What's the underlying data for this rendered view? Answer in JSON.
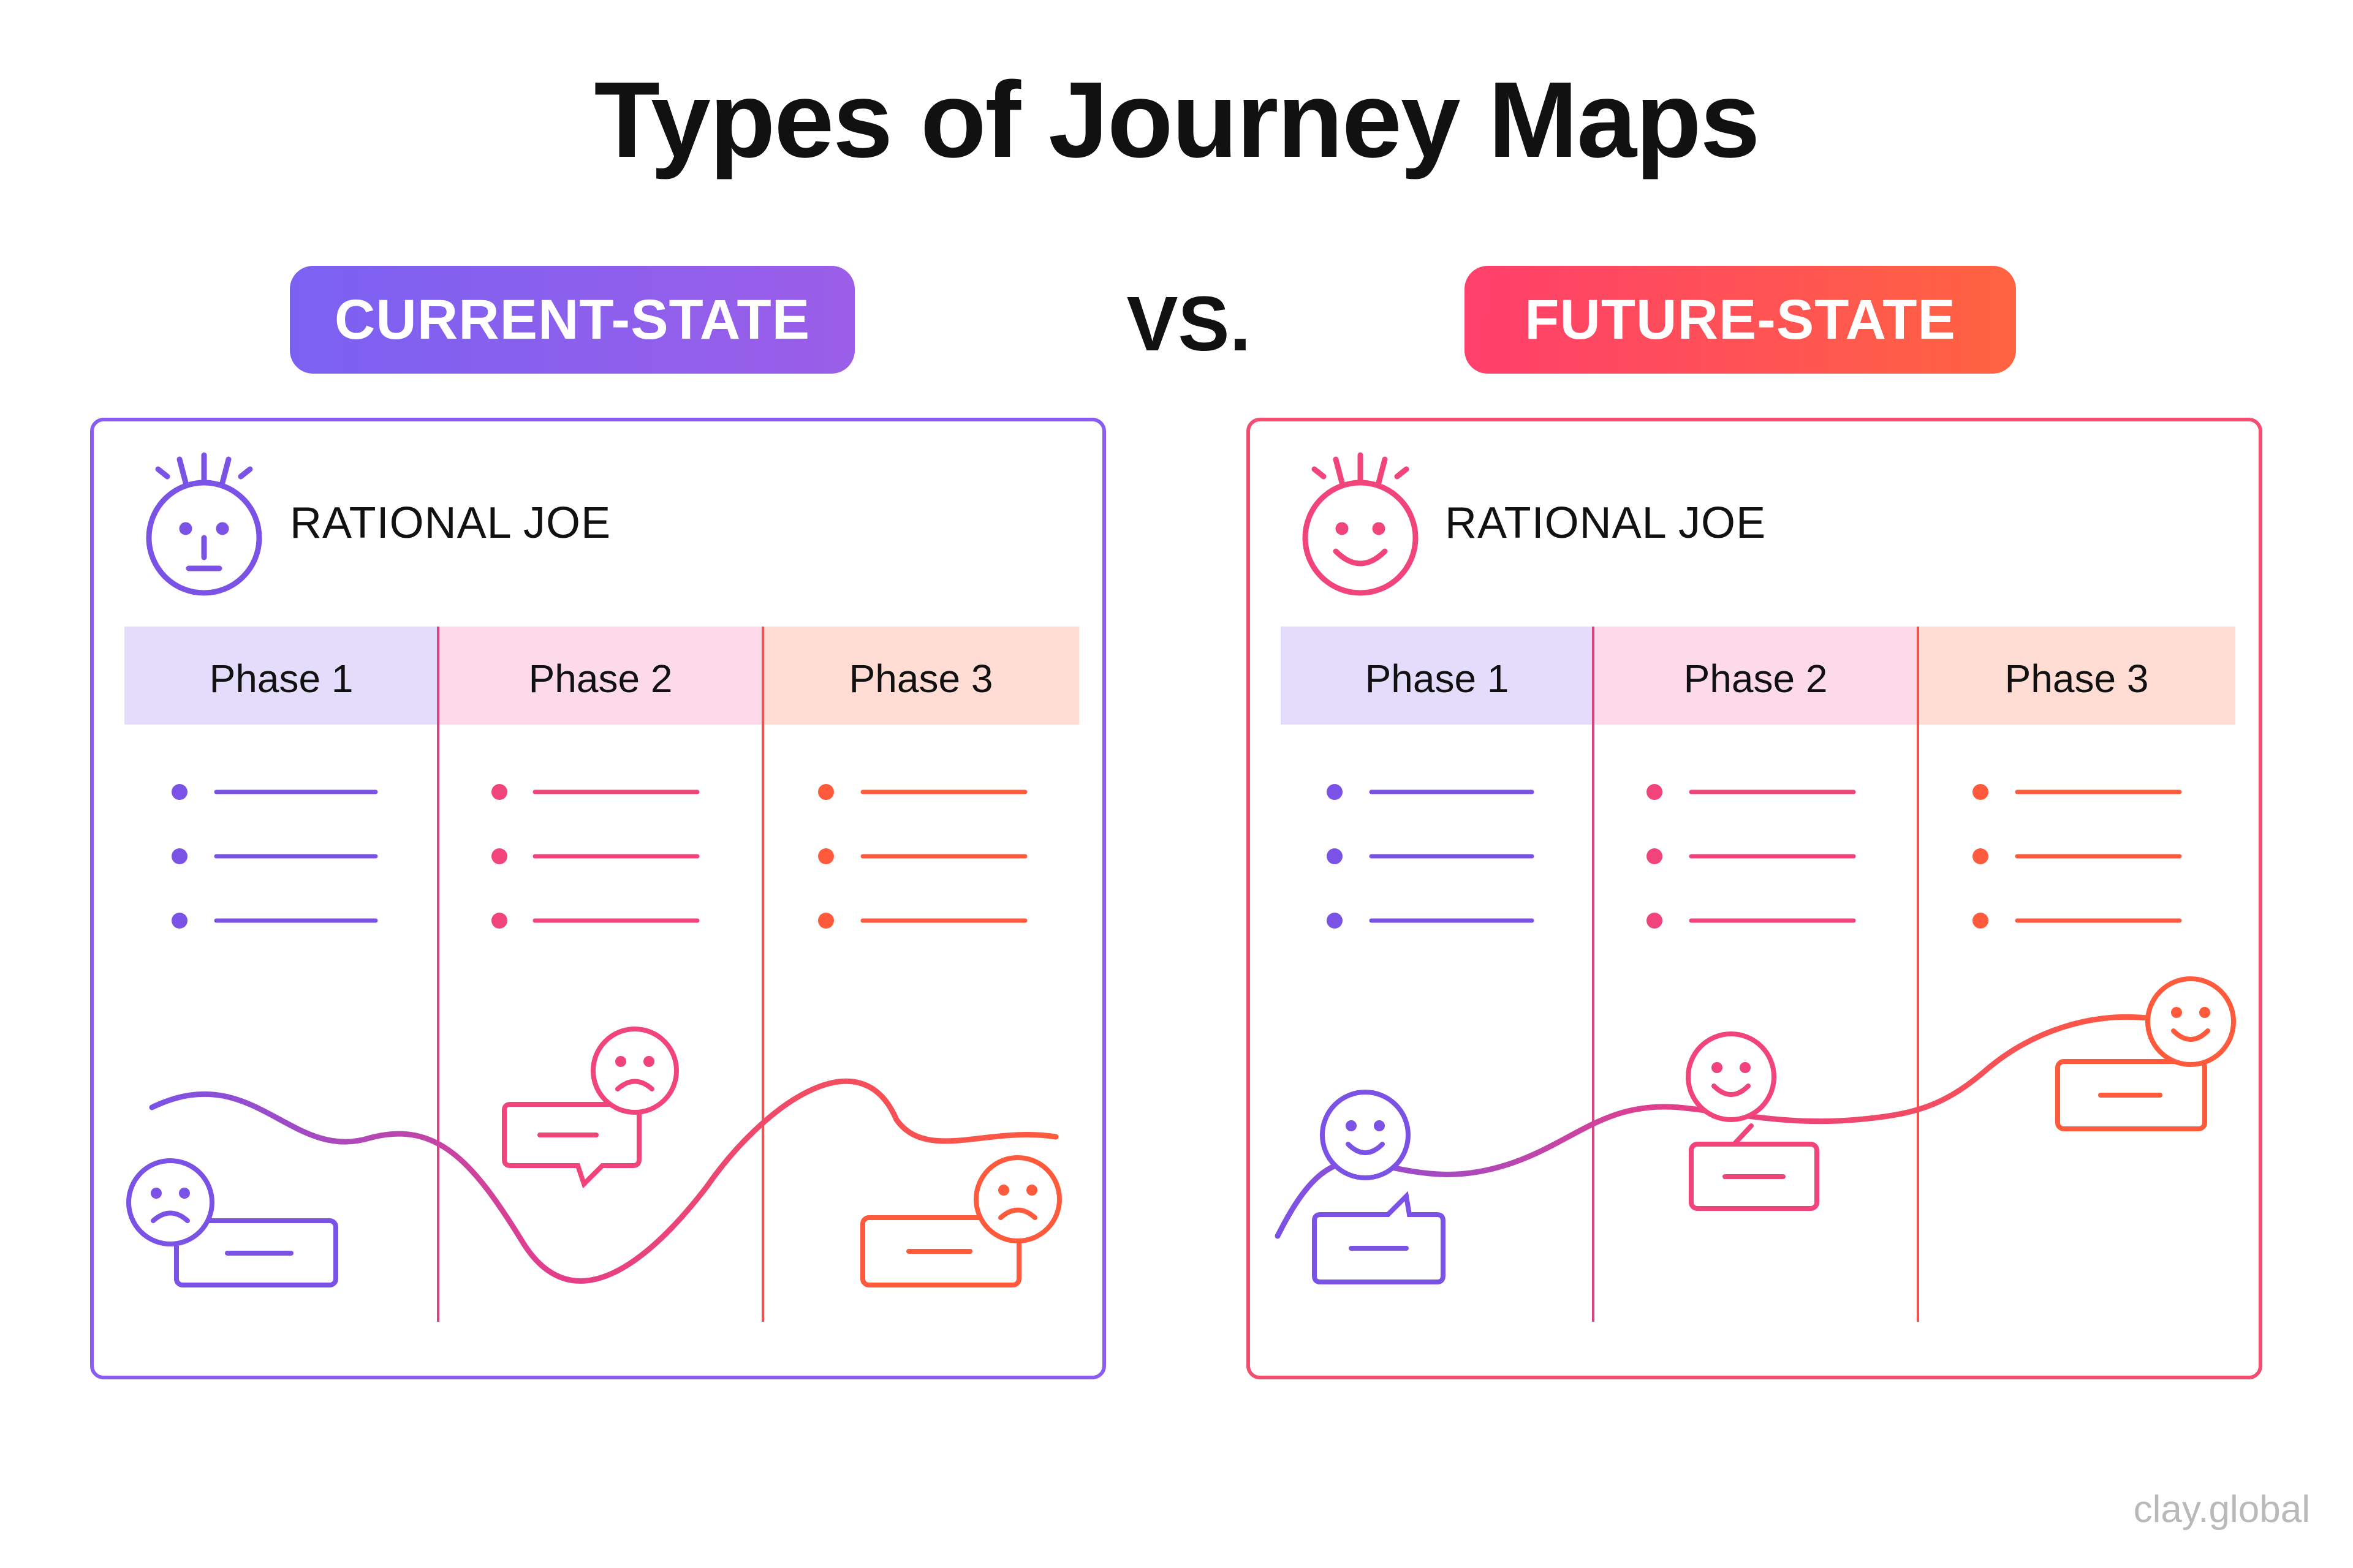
{
  "title": "Types of Journey Maps",
  "vs_label": "VS.",
  "watermark": "clay.global",
  "colors": {
    "purple": "#7b52e6",
    "pink": "#f0447a",
    "orange": "#ff5a3c",
    "phase1_bg": "#e4dcfb",
    "phase2_bg": "#fcdaea",
    "phase3_bg": "#ffdcd4"
  },
  "current": {
    "badge": "CURRENT-STATE",
    "persona_name": "RATIONAL JOE",
    "persona_icon": "neutral-face-icon",
    "phases": [
      "Phase 1",
      "Phase 2",
      "Phase 3"
    ],
    "emotion_icons": [
      "sad-face-icon",
      "sad-face-icon",
      "sad-face-icon"
    ]
  },
  "future": {
    "badge": "FUTURE-STATE",
    "persona_name": "RATIONAL JOE",
    "persona_icon": "smiling-face-icon",
    "phases": [
      "Phase 1",
      "Phase 2",
      "Phase 3"
    ],
    "emotion_icons": [
      "happy-face-icon",
      "happy-face-icon",
      "happy-face-icon"
    ]
  }
}
